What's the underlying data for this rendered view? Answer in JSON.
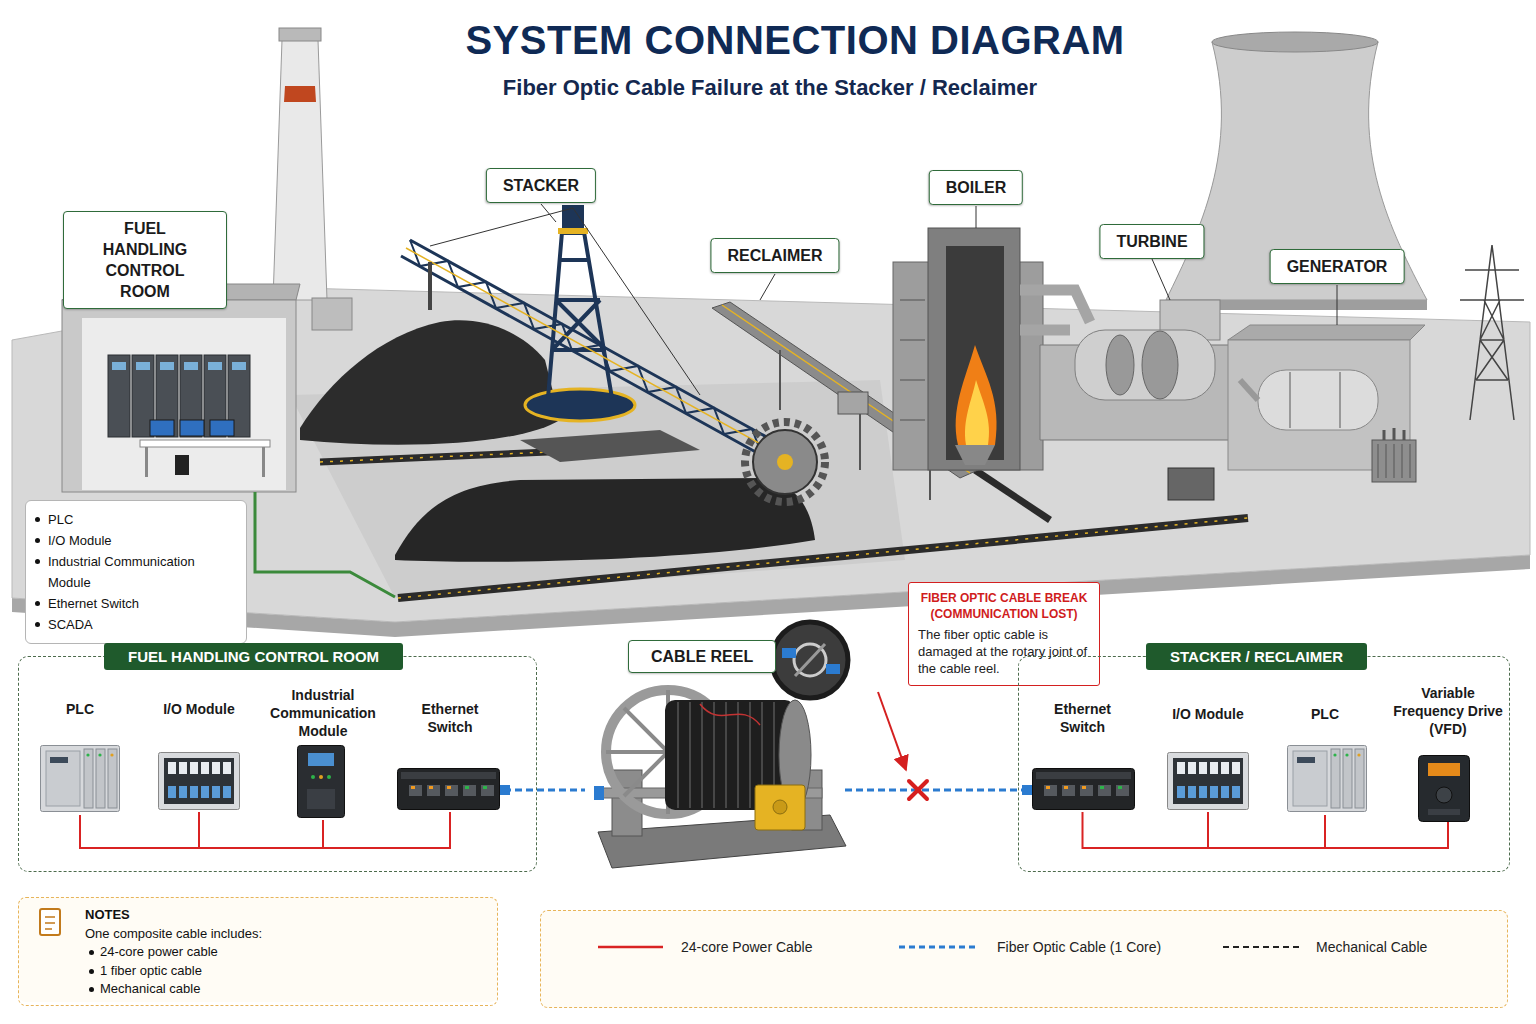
{
  "diagram": {
    "title": "SYSTEM CONNECTION DIAGRAM",
    "caption": "Fiber Optic Cable Failure at the Stacker / Reclaimer",
    "nodes": [
      {
        "text": [
          "FUEL HANDLING CONTROL ROOM"
        ]
      },
      {
        "text": [
          "STACKER"
        ]
      },
      {
        "text": [
          "RECLAIMER"
        ]
      },
      {
        "text": [
          "BOILER"
        ]
      },
      {
        "text": [
          "TURBINE"
        ]
      },
      {
        "text": [
          "GENERATOR"
        ]
      },
      {
        "text": [
          "PLC",
          "I/O Module",
          "Industrial Communication Module",
          "Ethernet Switch",
          "SCADA"
        ]
      },
      {
        "text": [
          "FUEL HANDLING CONTROL ROOM"
        ]
      },
      {
        "text": [
          "PLC"
        ],
        "in": 7
      },
      {
        "text": [
          "I/O Module"
        ],
        "in": 7
      },
      {
        "text": [
          "Industrial Communication Module"
        ],
        "in": 7
      },
      {
        "text": [
          "Ethernet Switch"
        ],
        "in": 7
      },
      {
        "text": [
          "CABLE REEL"
        ]
      },
      {
        "text": [
          "FIBER OPTIC CABLE BREAK (COMMUNICATION LOST)",
          "The fiber optic cable is damaged at the rotary joint of the cable reel."
        ]
      },
      {
        "text": [
          "STACKER / RECLAIMER"
        ]
      },
      {
        "text": [
          "Ethernet Switch"
        ],
        "in": 14
      },
      {
        "text": [
          "I/O Module"
        ],
        "in": 14
      },
      {
        "text": [
          "PLC"
        ],
        "in": 14
      },
      {
        "text": [
          "Variable Frequency Drive (VFD)"
        ],
        "in": 14
      },
      {
        "text": [
          "NOTES",
          "One composite cable includes:",
          "24-core power cable",
          "1 fiber optic cable",
          "Mechanical cable"
        ]
      }
    ],
    "edges": [
      {
        "from": 8,
        "to": 9,
        "arrow": "none"
      },
      {
        "from": 9,
        "to": 10,
        "arrow": "none"
      },
      {
        "from": 10,
        "to": 11,
        "arrow": "none"
      },
      {
        "from": 11,
        "to": 12,
        "arrow": "none"
      },
      {
        "from": 12,
        "to": 15,
        "arrow": "none"
      },
      {
        "from": 15,
        "to": 16,
        "arrow": "none"
      },
      {
        "from": 16,
        "to": 17,
        "arrow": "none"
      },
      {
        "from": 17,
        "to": 18,
        "arrow": "none"
      }
    ],
    "legend": [
      {
        "text": "24-core Power Cable"
      },
      {
        "text": "Fiber Optic Cable (1 Core)"
      },
      {
        "text": "Mechanical Cable"
      }
    ]
  }
}
